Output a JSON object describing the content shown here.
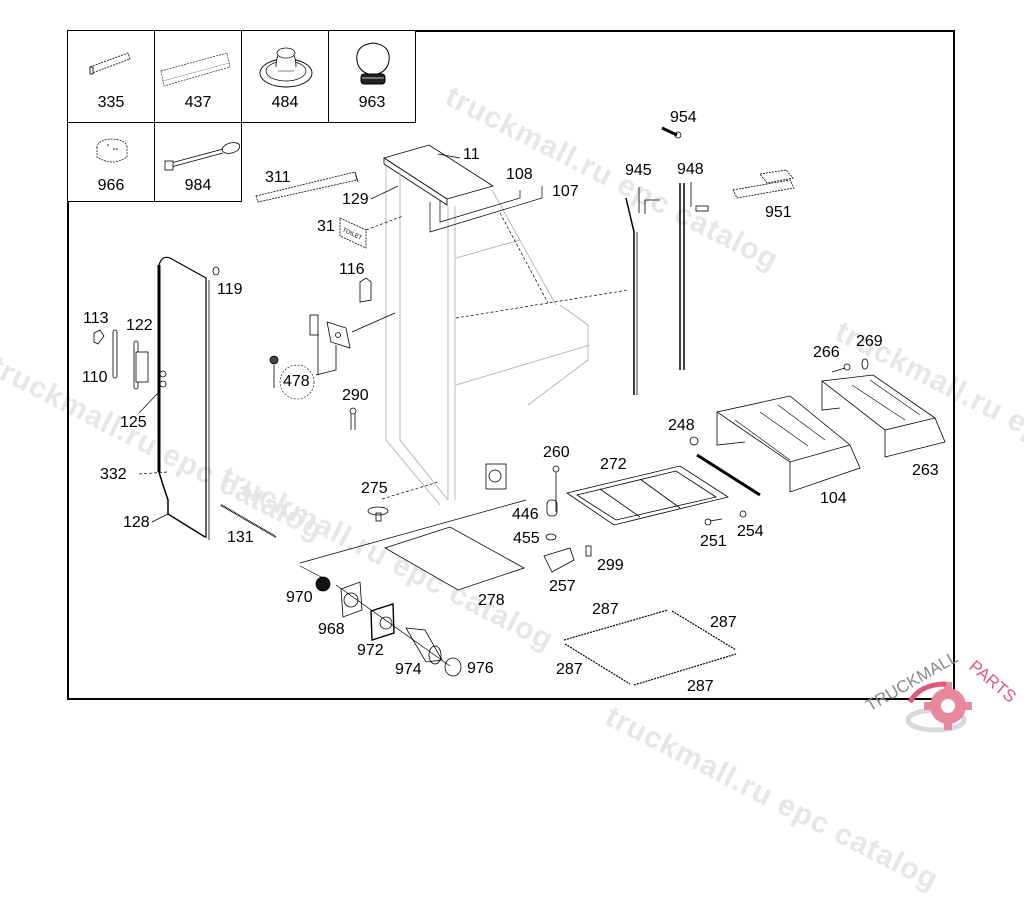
{
  "diagram": {
    "title": "Exploded parts diagram - toilet cabinet assembly",
    "inset_parts": [
      {
        "id": "335",
        "icon": "strip-icon"
      },
      {
        "id": "437",
        "icon": "trim-profile-icon"
      },
      {
        "id": "484",
        "icon": "loudspeaker-icon"
      },
      {
        "id": "963",
        "icon": "knob-icon"
      },
      {
        "id": "966",
        "icon": "round-cap-icon"
      },
      {
        "id": "984",
        "icon": "key-icon"
      }
    ],
    "callouts": {
      "p11": "11",
      "p31": "31",
      "p104": "104",
      "p107": "107",
      "p108": "108",
      "p110": "110",
      "p113": "113",
      "p116": "116",
      "p119": "119",
      "p122": "122",
      "p125": "125",
      "p128": "128",
      "p129": "129",
      "p131": "131",
      "p248": "248",
      "p251": "251",
      "p254": "254",
      "p257": "257",
      "p260": "260",
      "p263": "263",
      "p266": "266",
      "p269": "269",
      "p272": "272",
      "p275": "275",
      "p278": "278",
      "p287a": "287",
      "p287b": "287",
      "p287c": "287",
      "p287d": "287",
      "p290": "290",
      "p299": "299",
      "p311": "311",
      "p332": "332",
      "p446": "446",
      "p455": "455",
      "p478": "478",
      "p945": "945",
      "p948": "948",
      "p951": "951",
      "p954": "954",
      "p968": "968",
      "p970": "970",
      "p972": "972",
      "p974": "974",
      "p976": "976"
    },
    "sign_text": "TOILET"
  },
  "watermark": {
    "text1": "truckmall.ru epc catalog",
    "text2": "truckmall.ru epc catalog",
    "text3": "truckmall.ru epc catalog",
    "text4": "truckmall.ru epc catalog",
    "text5": "truckmall.ru epc catalog"
  },
  "logo": {
    "brand_a": "TRUCKMALL",
    "brand_b": "PARTS",
    "accent_color": "#e0587a"
  }
}
